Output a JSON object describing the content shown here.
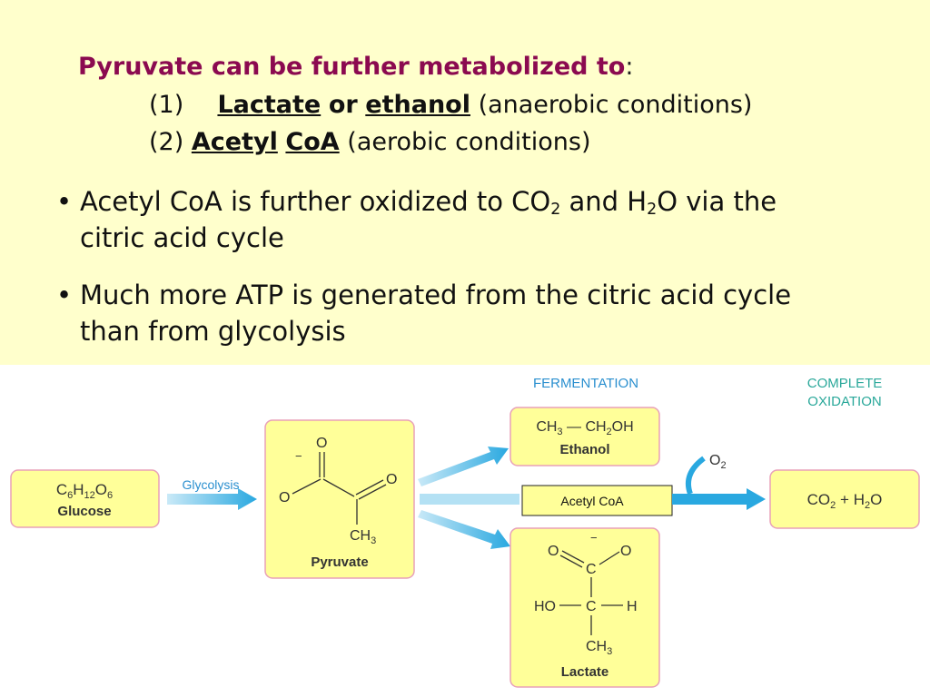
{
  "heading": {
    "main": "Pyruvate can be further metabolized to",
    "colon": ":"
  },
  "options": [
    {
      "num": "(1)",
      "a": "Lactate",
      "or": "or",
      "b": "ethanol",
      "note": "(anaerobic conditions)"
    },
    {
      "num": "(2)",
      "a": "Acetyl",
      "b": "CoA",
      "note": "(aerobic conditions)"
    }
  ],
  "bullets": [
    {
      "dot": "•",
      "p1": "Acetyl CoA is further oxidized to CO",
      "s1": "2",
      "p2": " and H",
      "s2": "2",
      "p3": "O via the citric acid cycle"
    },
    {
      "dot": "•",
      "text": "Much more ATP is generated from the citric acid cycle than from glycolysis"
    }
  ],
  "diagram": {
    "fermentation": "FERMENTATION",
    "complete_1": "COMPLETE",
    "complete_2": "OXIDATION",
    "glucose": {
      "f1": "C",
      "s1": "6",
      "f2": "H",
      "s2": "12",
      "f3": "O",
      "s3": "6",
      "name": "Glucose"
    },
    "glycolysis": "Glycolysis",
    "pyruvate": {
      "o_top": "O",
      "o_right": "O",
      "o_left": "O",
      "minus": "−",
      "ch3": "CH",
      "ch3_sub": "3",
      "name": "Pyruvate"
    },
    "ethanol": {
      "l1": "CH",
      "l1s": "3",
      "l2": "CH",
      "l2s": "2",
      "l2b": "OH",
      "name": "Ethanol"
    },
    "acetyl_coa": "Acetyl CoA",
    "o2": "O",
    "o2_sub": "2",
    "products": {
      "f1": "CO",
      "s1": "2",
      "plus": "+",
      "f2": "H",
      "s2": "2",
      "f3": "O"
    },
    "lactate": {
      "o_left": "O",
      "o_right": "O",
      "minus": "−",
      "c1": "C",
      "ho": "HO",
      "c2": "C",
      "h": "H",
      "ch3": "CH",
      "ch3_sub": "3",
      "name": "Lactate"
    },
    "colors": {
      "box_fill": "#ffff99",
      "box_border": "#e8a0b8",
      "arrow": "#29a8e0",
      "label_blue": "#2a8fcf",
      "label_green": "#2aa89a"
    }
  }
}
